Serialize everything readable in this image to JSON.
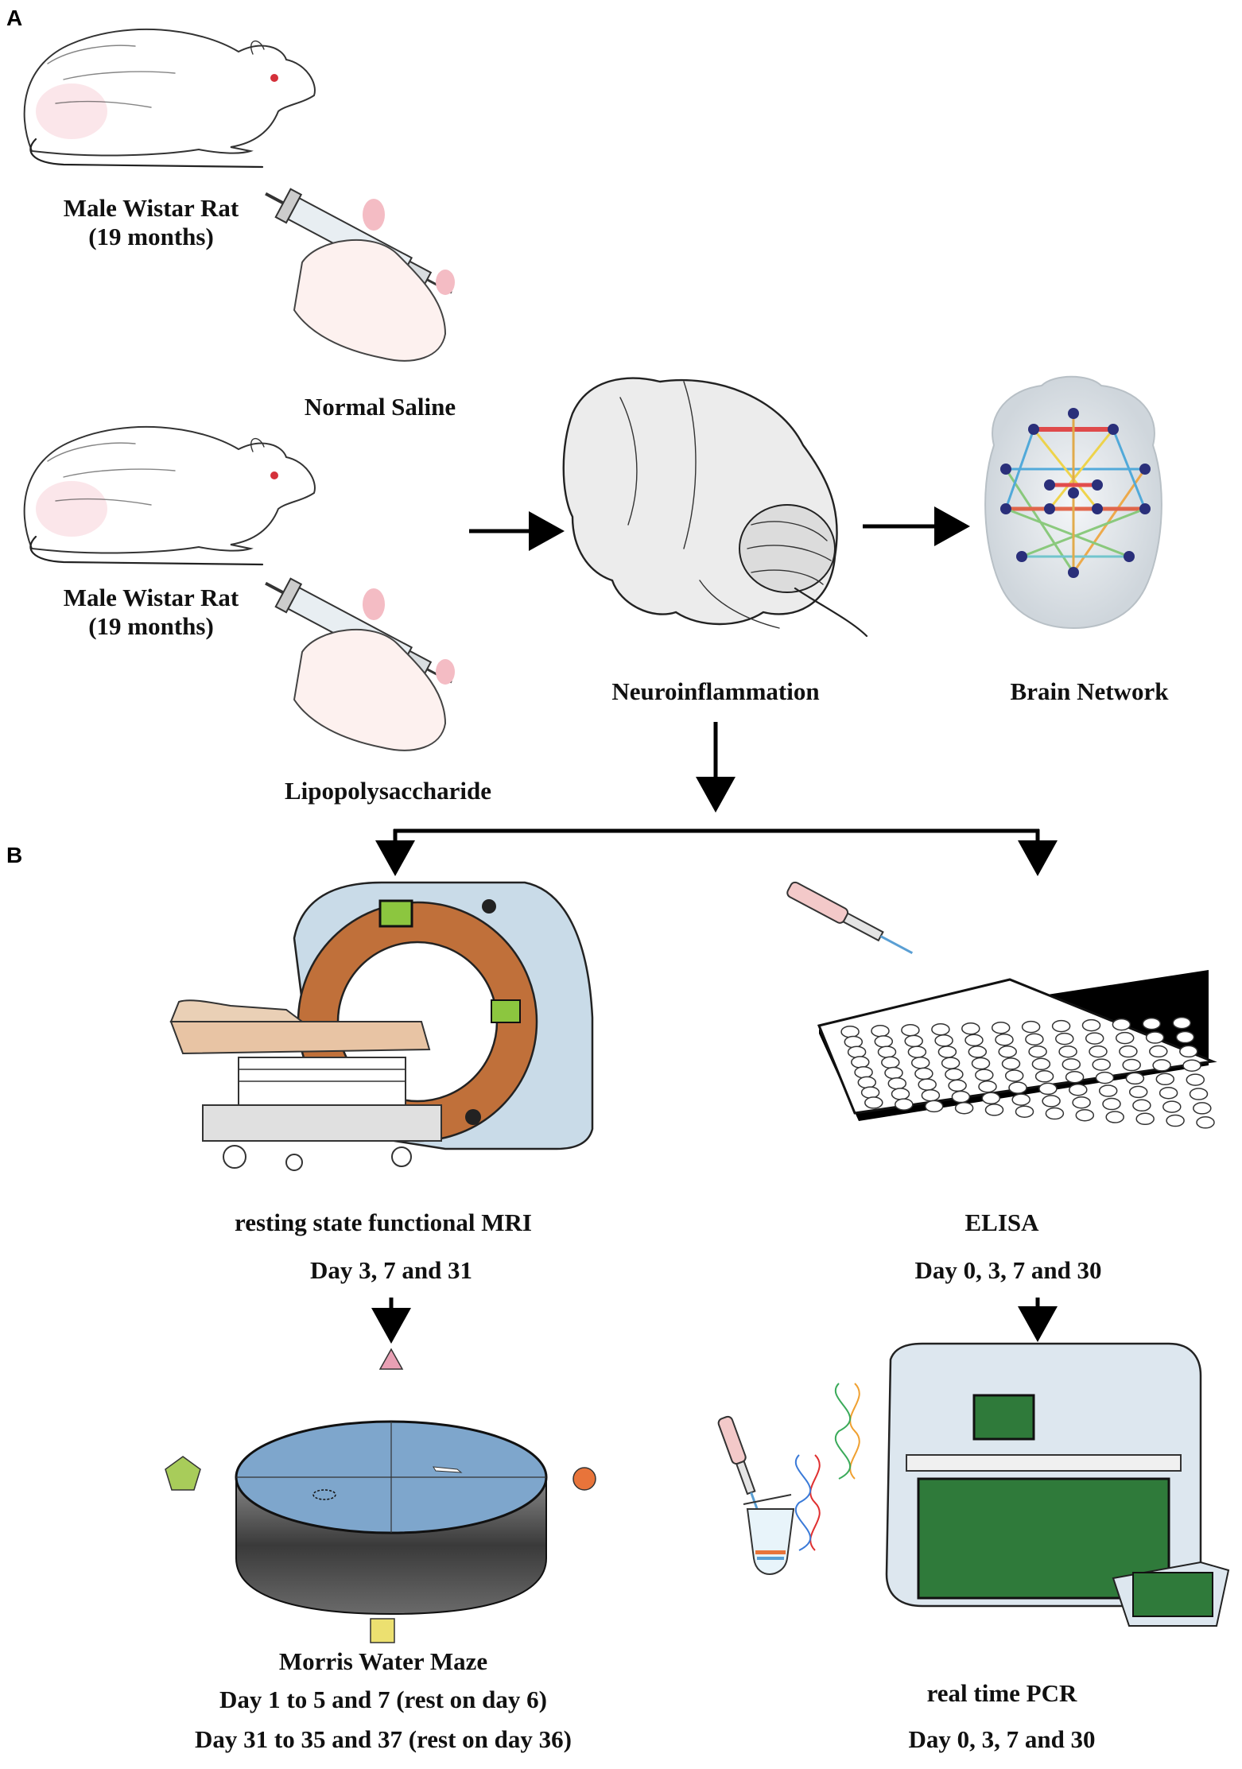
{
  "panels": {
    "a": "A",
    "b": "B"
  },
  "panel_a": {
    "rat_1_label_line1": "Male Wistar Rat",
    "rat_1_label_line2": "(19 months)",
    "injection_1_label": "Normal Saline",
    "rat_2_label_line1": "Male Wistar Rat",
    "rat_2_label_line2": "(19 months)",
    "injection_2_label": "Lipopolysaccharide",
    "brain_label": "Neuroinflammation",
    "network_label": "Brain Network"
  },
  "panel_b": {
    "mri_label": "resting state functional MRI",
    "mri_days": "Day 3, 7 and 31",
    "elisa_label": "ELISA",
    "elisa_days": "Day 0, 3, 7 and 30",
    "maze_label": "Morris Water Maze",
    "maze_days_1": "Day 1 to 5 and 7 (rest on day 6)",
    "maze_days_2": "Day 31 to 35 and 37 (rest on day 36)",
    "pcr_label": "real time PCR",
    "pcr_days": "Day 0, 3, 7 and 30"
  },
  "colors": {
    "rat_pink": "#f2b8c0",
    "mri_orange": "#c0703a",
    "mri_blue": "#c9dbe8",
    "maze_water": "#7ea6cc",
    "triangle": "#e8a0b4",
    "pentagon": "#a8cc5a",
    "circle": "#e8743a",
    "square": "#ece070",
    "pcr_screen": "#2f7a3a"
  }
}
